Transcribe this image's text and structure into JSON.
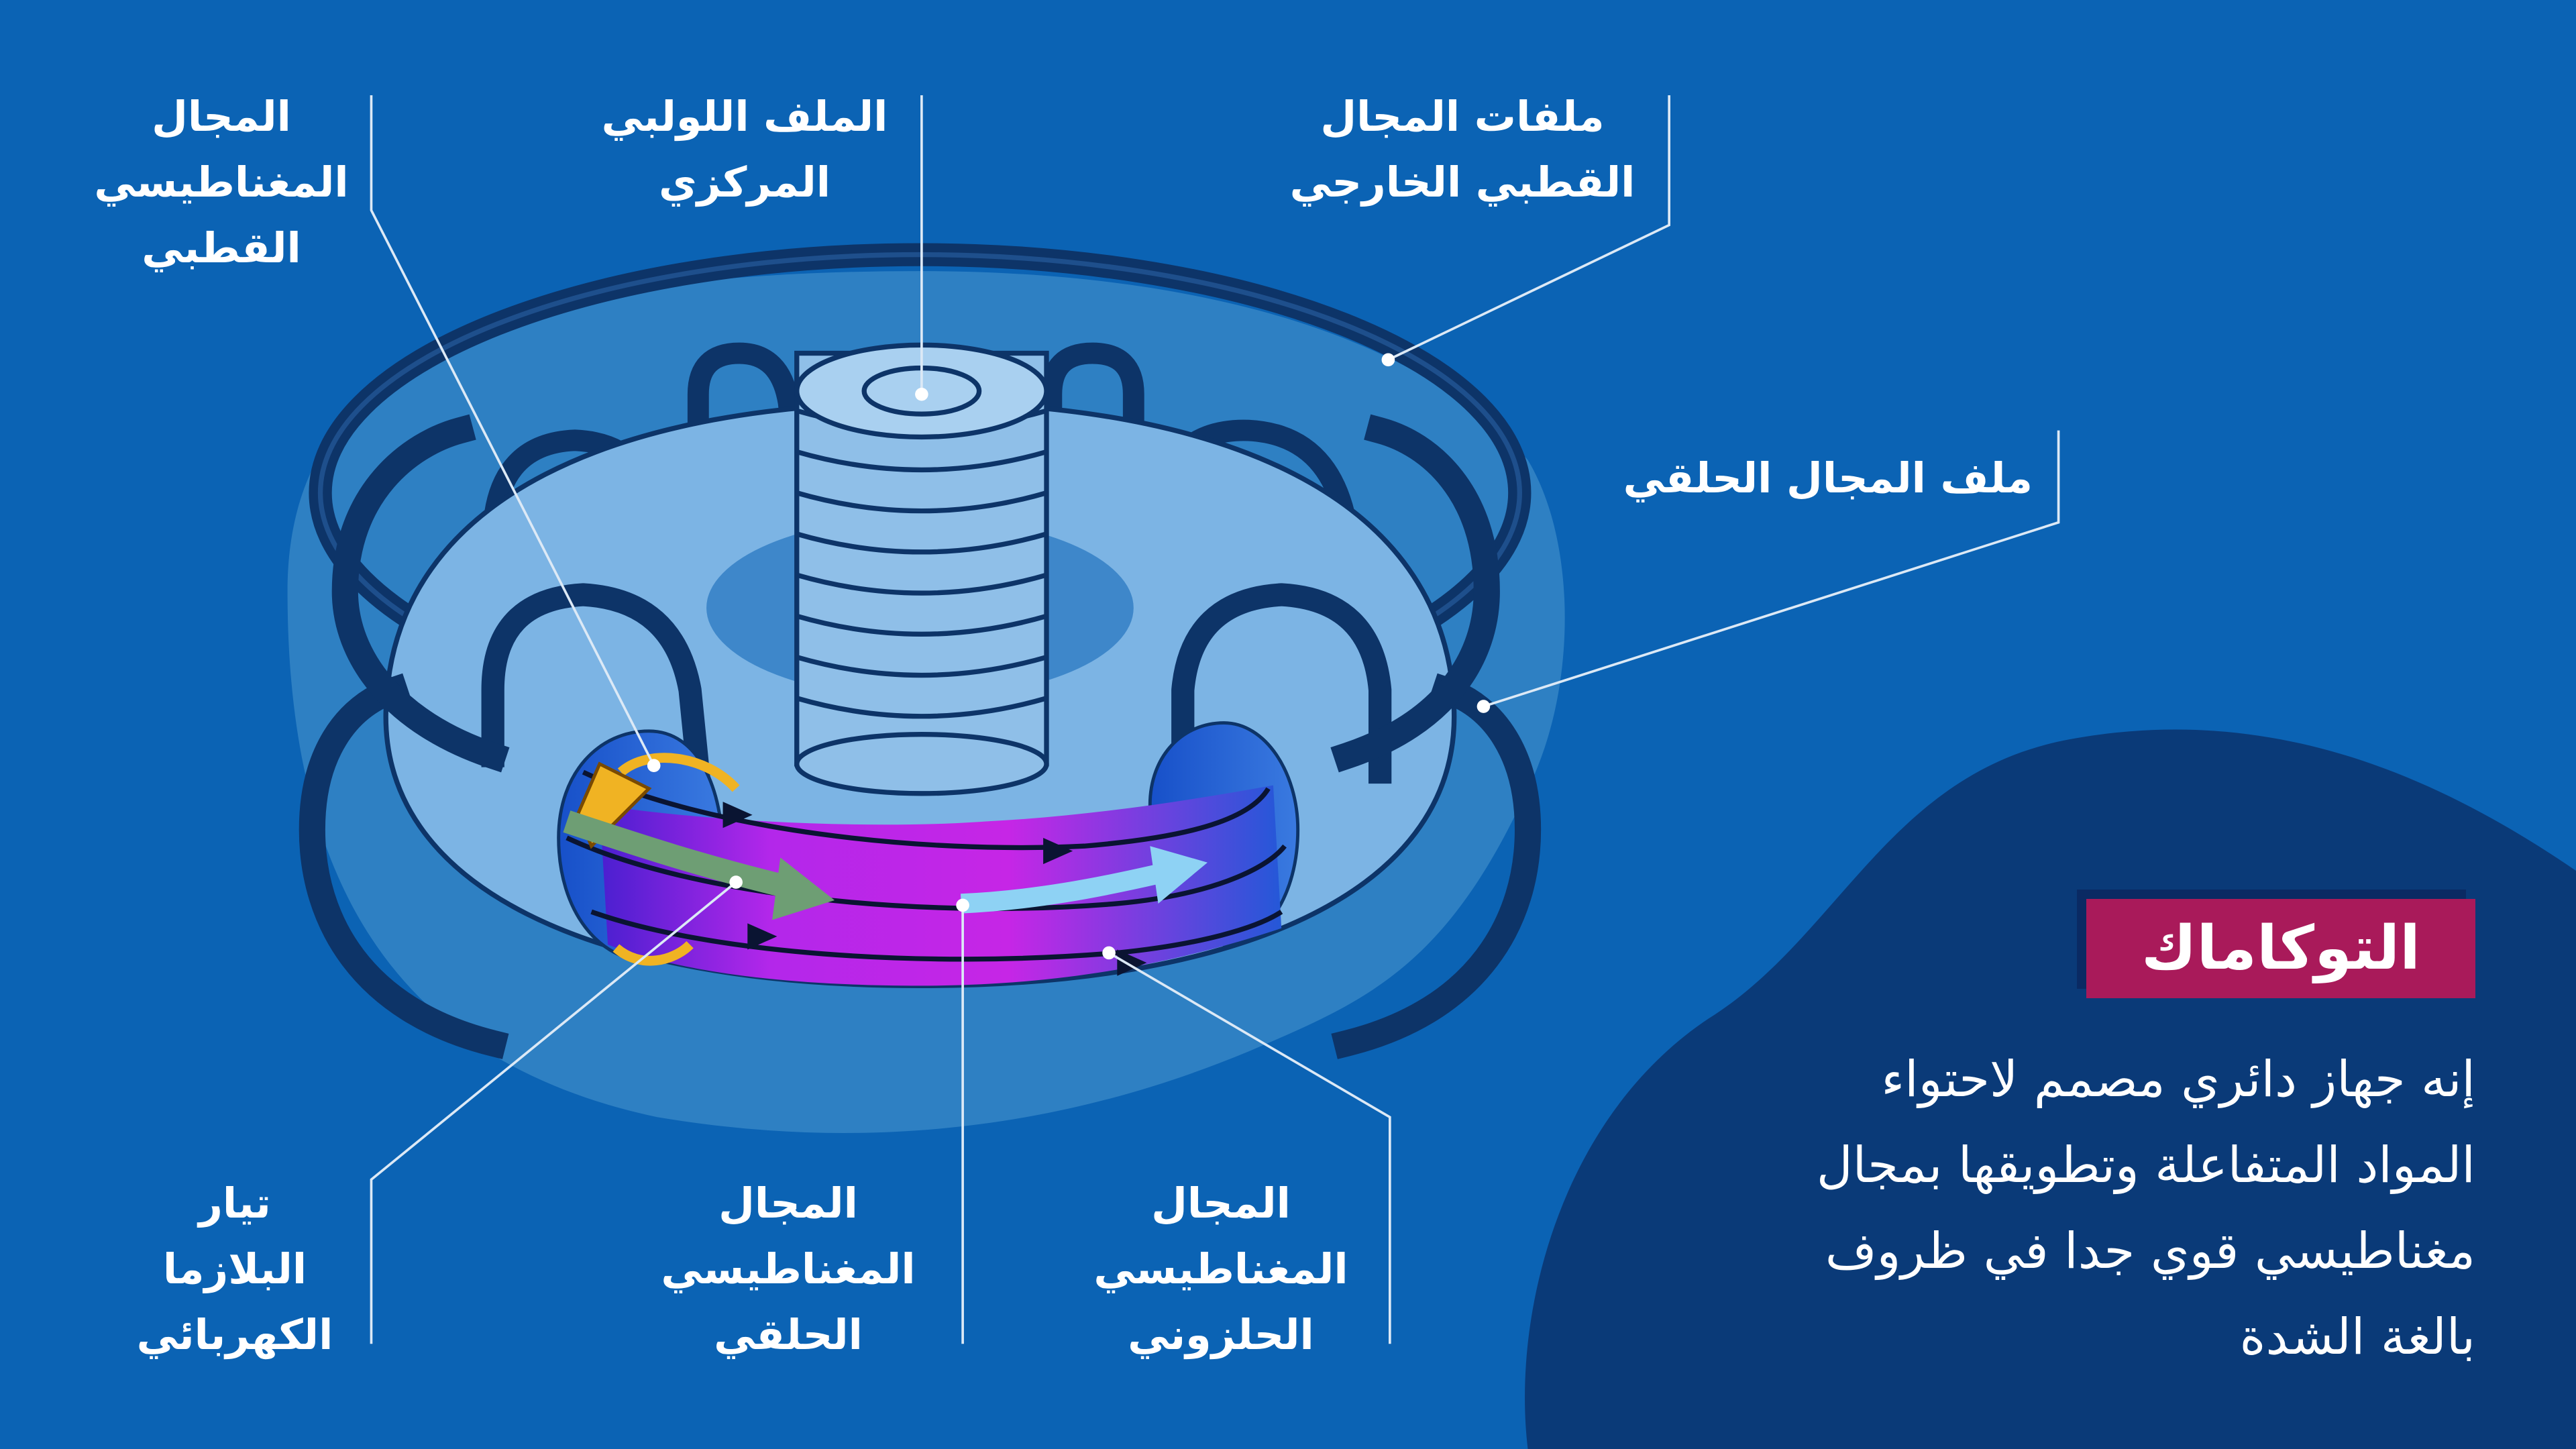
{
  "colors": {
    "background": "#0b63b4",
    "panel": "#0a3a78",
    "title_box": "#a91a5a",
    "coil": "#0d3468",
    "vessel": "#7cb4e4",
    "plasma": "#c626e6",
    "poloidal_arrow": "#f0b323",
    "toroidal_arrow": "#6e9e74",
    "helical_arrow": "#8ed2f4"
  },
  "labels": {
    "poloidal_field": {
      "lines": [
        "المجال",
        "المغناطيسي",
        "القطبي"
      ]
    },
    "central_solenoid": {
      "lines": [
        "الملف اللولبي",
        "المركزي"
      ]
    },
    "outer_poloidal_coils": {
      "lines": [
        "ملفات المجال",
        "القطبي الخارجي"
      ]
    },
    "toroidal_coil": {
      "lines": [
        "ملف المجال الحلقي"
      ]
    },
    "plasma_current": {
      "lines": [
        "تيار",
        "البلازما",
        "الكهربائي"
      ]
    },
    "toroidal_field": {
      "lines": [
        "المجال",
        "المغناطيسي",
        "الحلقي"
      ]
    },
    "helical_field": {
      "lines": [
        "المجال",
        "المغناطيسي",
        "الحلزوني"
      ]
    }
  },
  "panel": {
    "title": "التوكاماك",
    "description_lines": [
      "إنه جهاز دائري مصمم لاحتواء",
      "المواد المتفاعلة وتطويقها بمجال",
      "مغناطيسي قوي جدا في ظروف",
      "بالغة الشدة"
    ]
  }
}
